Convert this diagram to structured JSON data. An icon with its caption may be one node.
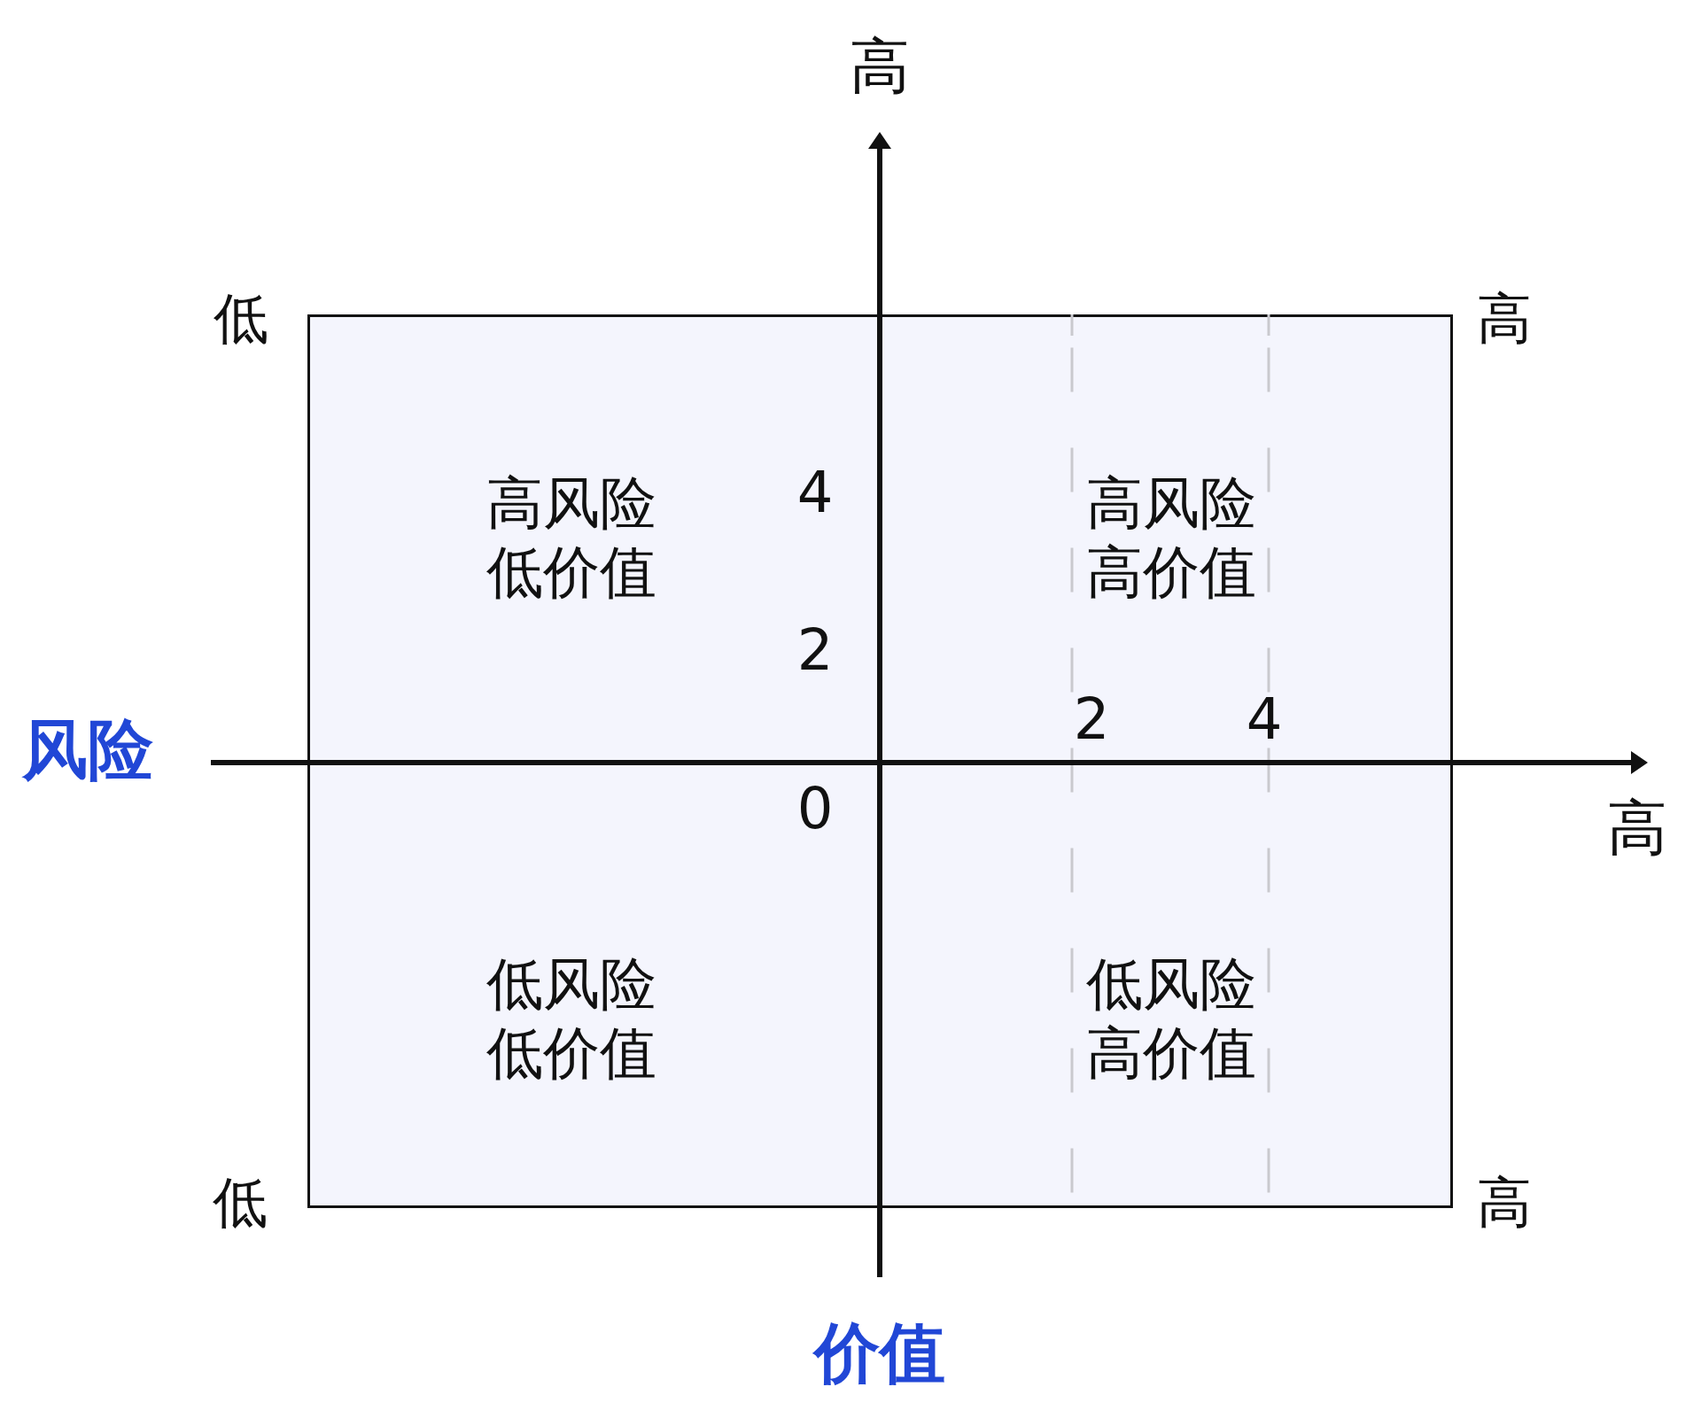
{
  "diagram": {
    "nodes": [
      {
        "text": [
          "高风险",
          "低价值"
        ]
      },
      {
        "text": [
          "高风险",
          "高价值"
        ]
      },
      {
        "text": [
          "低风险",
          "低价值"
        ]
      },
      {
        "text": [
          "低风险",
          "高价值"
        ]
      }
    ],
    "labels": [
      "高",
      "低",
      "高",
      "4",
      "2",
      "2",
      "4",
      "风险",
      "0",
      "高",
      "低",
      "高",
      "价值"
    ]
  }
}
